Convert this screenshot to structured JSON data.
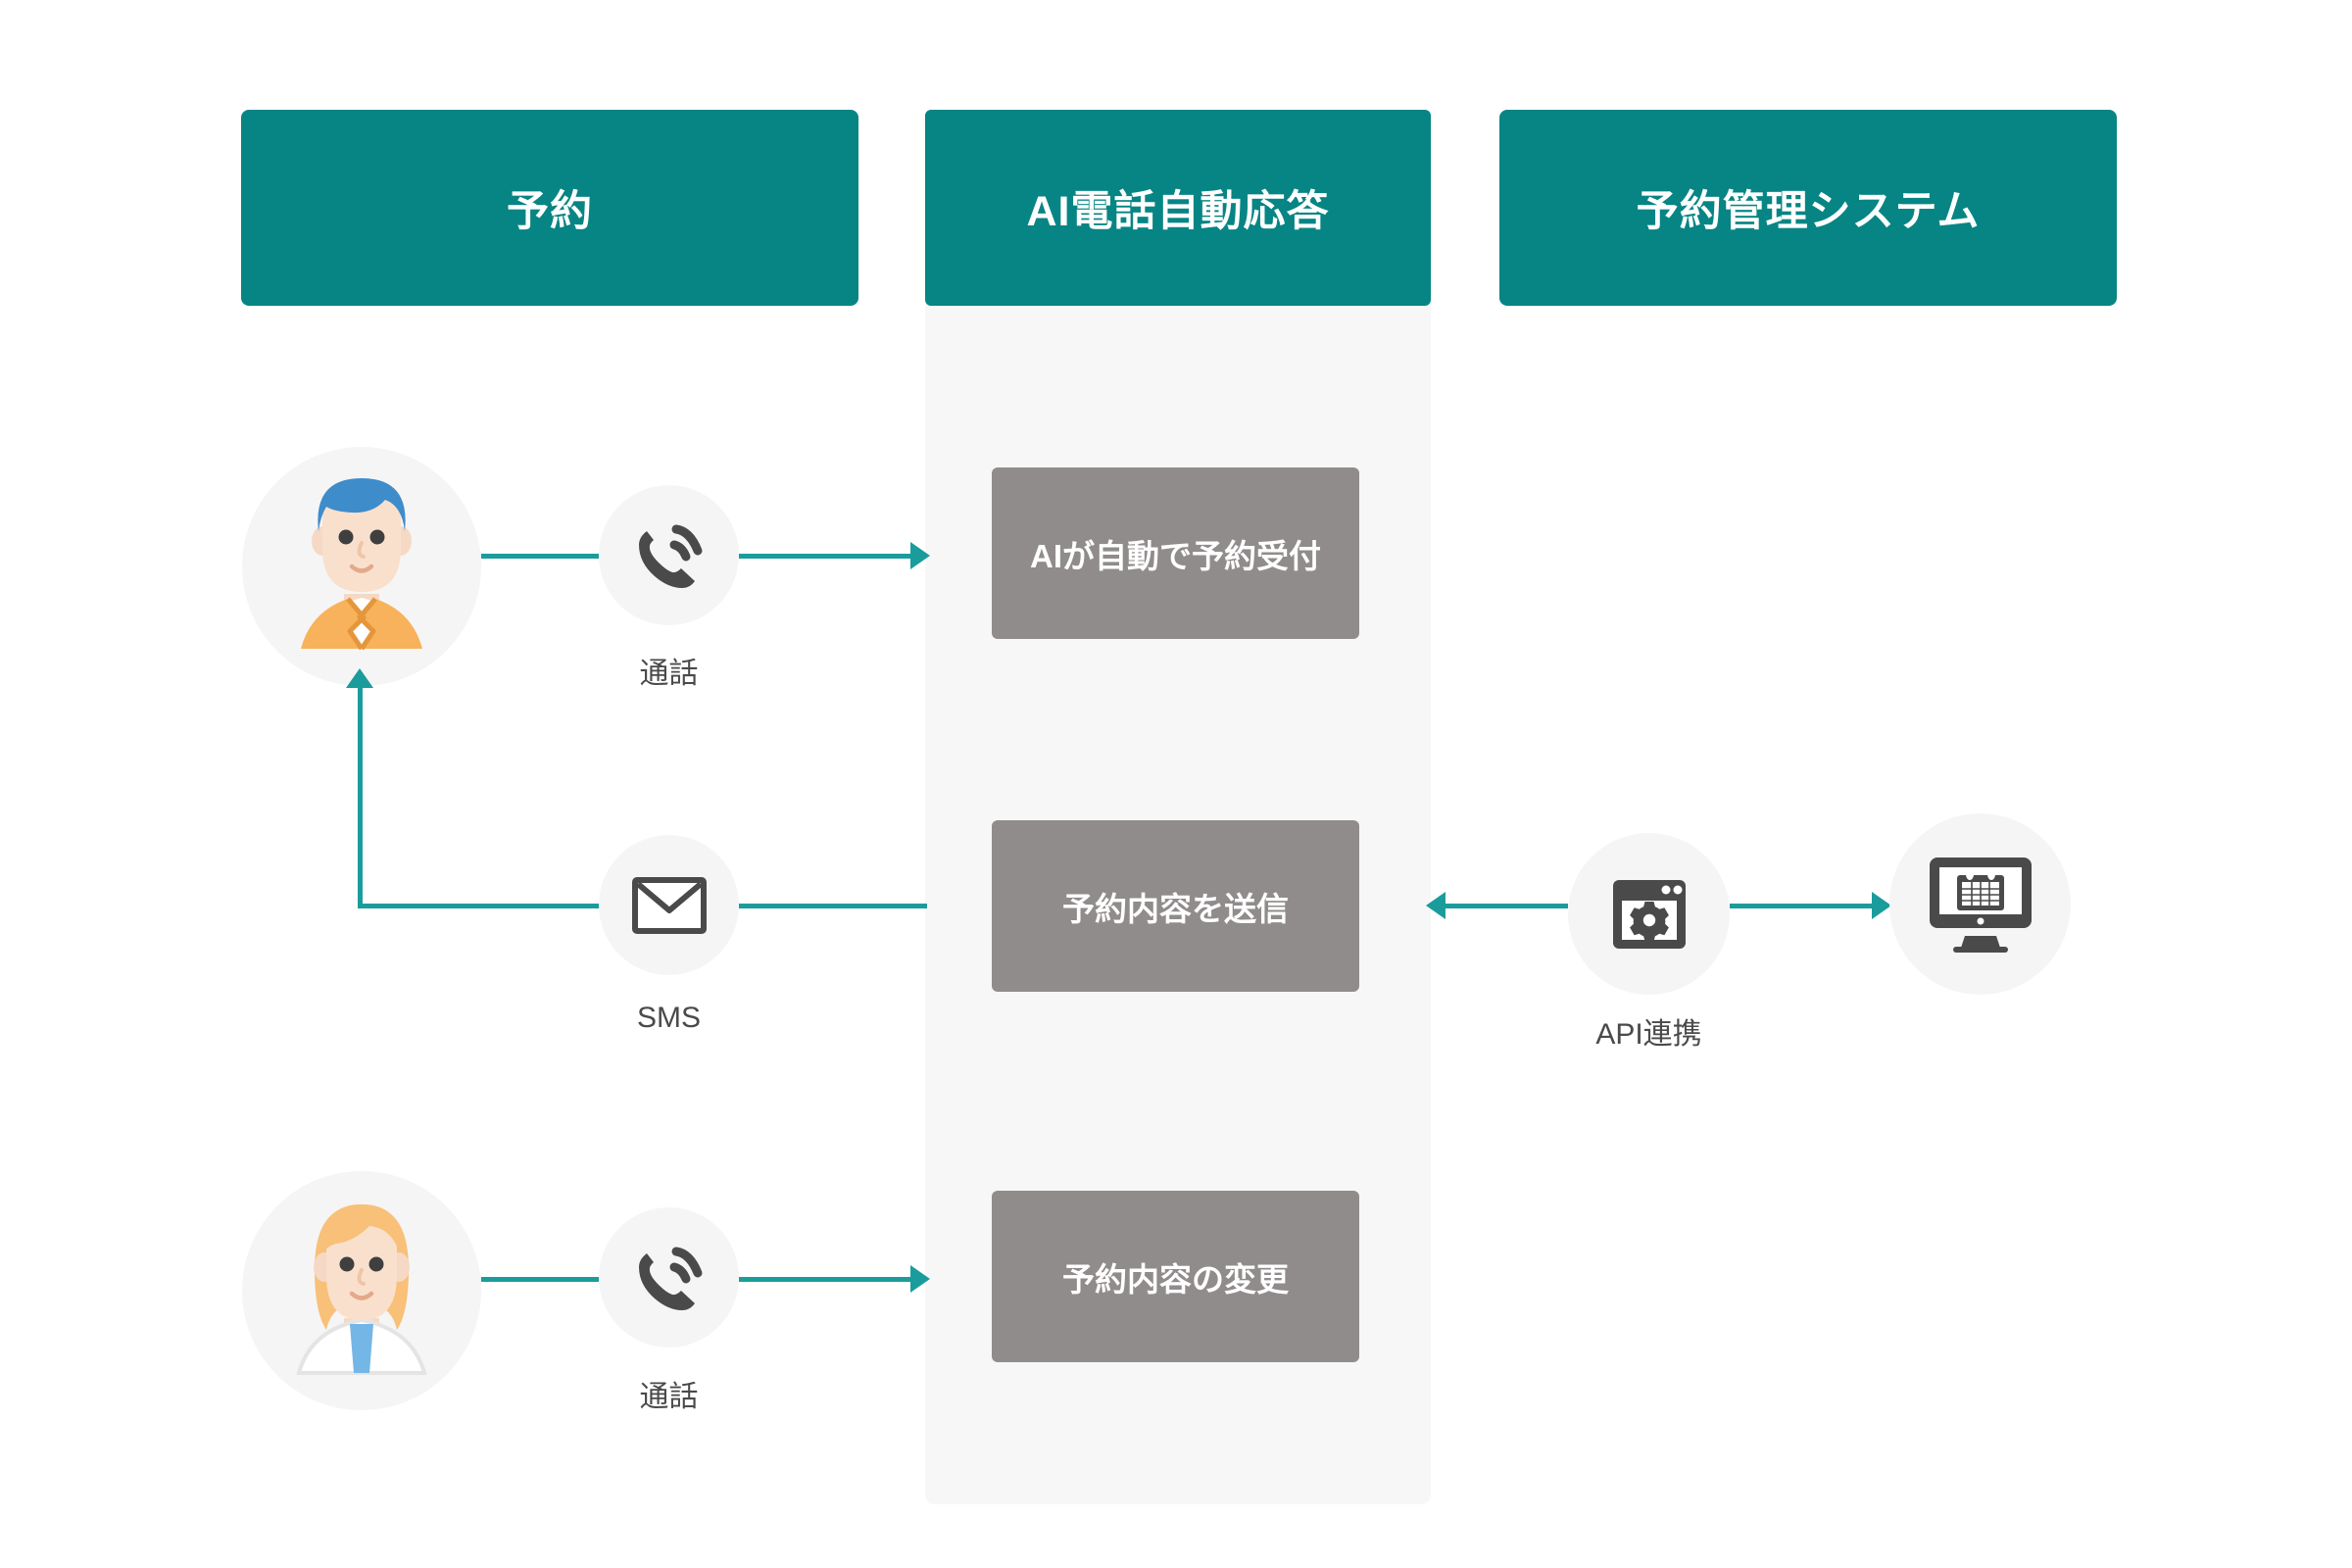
{
  "diagram": {
    "title_columns": [
      {
        "id": "reservation",
        "label": "予約"
      },
      {
        "id": "ai-phone-response",
        "label": "AI電話自動応答"
      },
      {
        "id": "booking-system",
        "label": "予約管理システム"
      }
    ],
    "process_boxes": [
      {
        "id": "ai-auto-accept",
        "label": "AIが自動で予約受付"
      },
      {
        "id": "send-booking",
        "label": "予約内容を送信"
      },
      {
        "id": "change-booking",
        "label": "予約内容の変更"
      }
    ],
    "channel_icons": [
      {
        "id": "call-top",
        "icon": "phone-call-icon",
        "label": "通話"
      },
      {
        "id": "sms",
        "icon": "envelope-icon",
        "label": "SMS"
      },
      {
        "id": "call-bottom",
        "icon": "phone-call-icon",
        "label": "通話"
      },
      {
        "id": "api",
        "icon": "browser-gear-icon",
        "label": "API連携"
      }
    ],
    "actors": [
      {
        "id": "customer",
        "icon": "person-blue-hair-avatar"
      },
      {
        "id": "staff",
        "icon": "person-blonde-coat-avatar"
      }
    ],
    "systems": [
      {
        "id": "booking-monitor",
        "icon": "monitor-calendar-icon"
      }
    ],
    "colors": {
      "header_teal": "#068584",
      "process_gray": "#918c8c",
      "connector_teal": "#1b9c9c",
      "lane_background": "#f7f7f7",
      "chip_background": "#f5f5f5",
      "icon_dark": "#4a4a4a",
      "label_text": "#4a4a4a",
      "page_background": "#ffffff"
    }
  }
}
